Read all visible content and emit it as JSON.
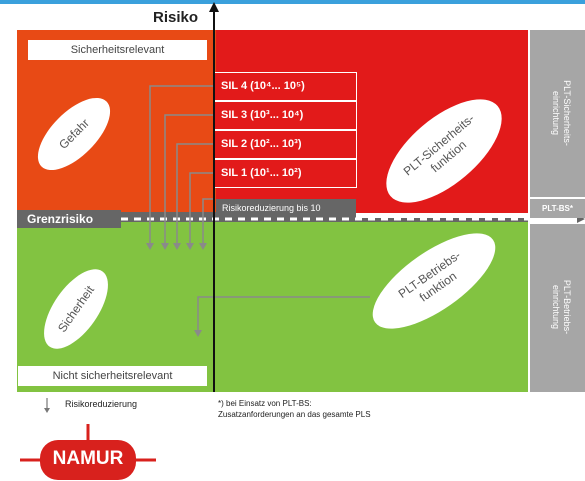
{
  "axis": {
    "y_label": "Risiko"
  },
  "zones": {
    "upper_left_label": "Sicherheitsrelevant",
    "lower_left_label": "Nicht sicherheitsrelevant",
    "grenzrisiko": "Grenzrisiko",
    "risk_reduction_bar": "Risikoreduzierung bis 10"
  },
  "ellipses": {
    "gefahr": "Gefahr",
    "sicherheit": "Sicherheit",
    "plt_sicherheitsfunktion": "PLT-Sicherheits-\nfunktion",
    "plt_betriebsfunktion": "PLT-Betriebs-\nfunktion"
  },
  "sil_levels": [
    {
      "label": "SIL 4 (10⁴... 10⁵)"
    },
    {
      "label": "SIL 3 (10³... 10⁴)"
    },
    {
      "label": "SIL 2 (10²... 10³)"
    },
    {
      "label": "SIL 1 (10¹... 10²)"
    }
  ],
  "side_panel": {
    "top": "PLT-Sicherheits-\neinrichtung",
    "middle": "PLT-BS*",
    "bottom": "PLT-Betriebs-\neinrichtung"
  },
  "legend": {
    "arrow_label": "Risikoreduzierung",
    "footnote_line1": "*) bei Einsatz von PLT-BS:",
    "footnote_line2": "Zusatzanforderungen an das gesamte PLS"
  },
  "logo": {
    "text": "NAMUR"
  },
  "colors": {
    "top_bar": "#3aa0dc",
    "upper_left": "#e84a15",
    "upper_right": "#e21a1a",
    "lower": "#82c341",
    "grenz": "#666666",
    "side_panel": "#a6a6a6",
    "logo_red": "#d8211d"
  }
}
